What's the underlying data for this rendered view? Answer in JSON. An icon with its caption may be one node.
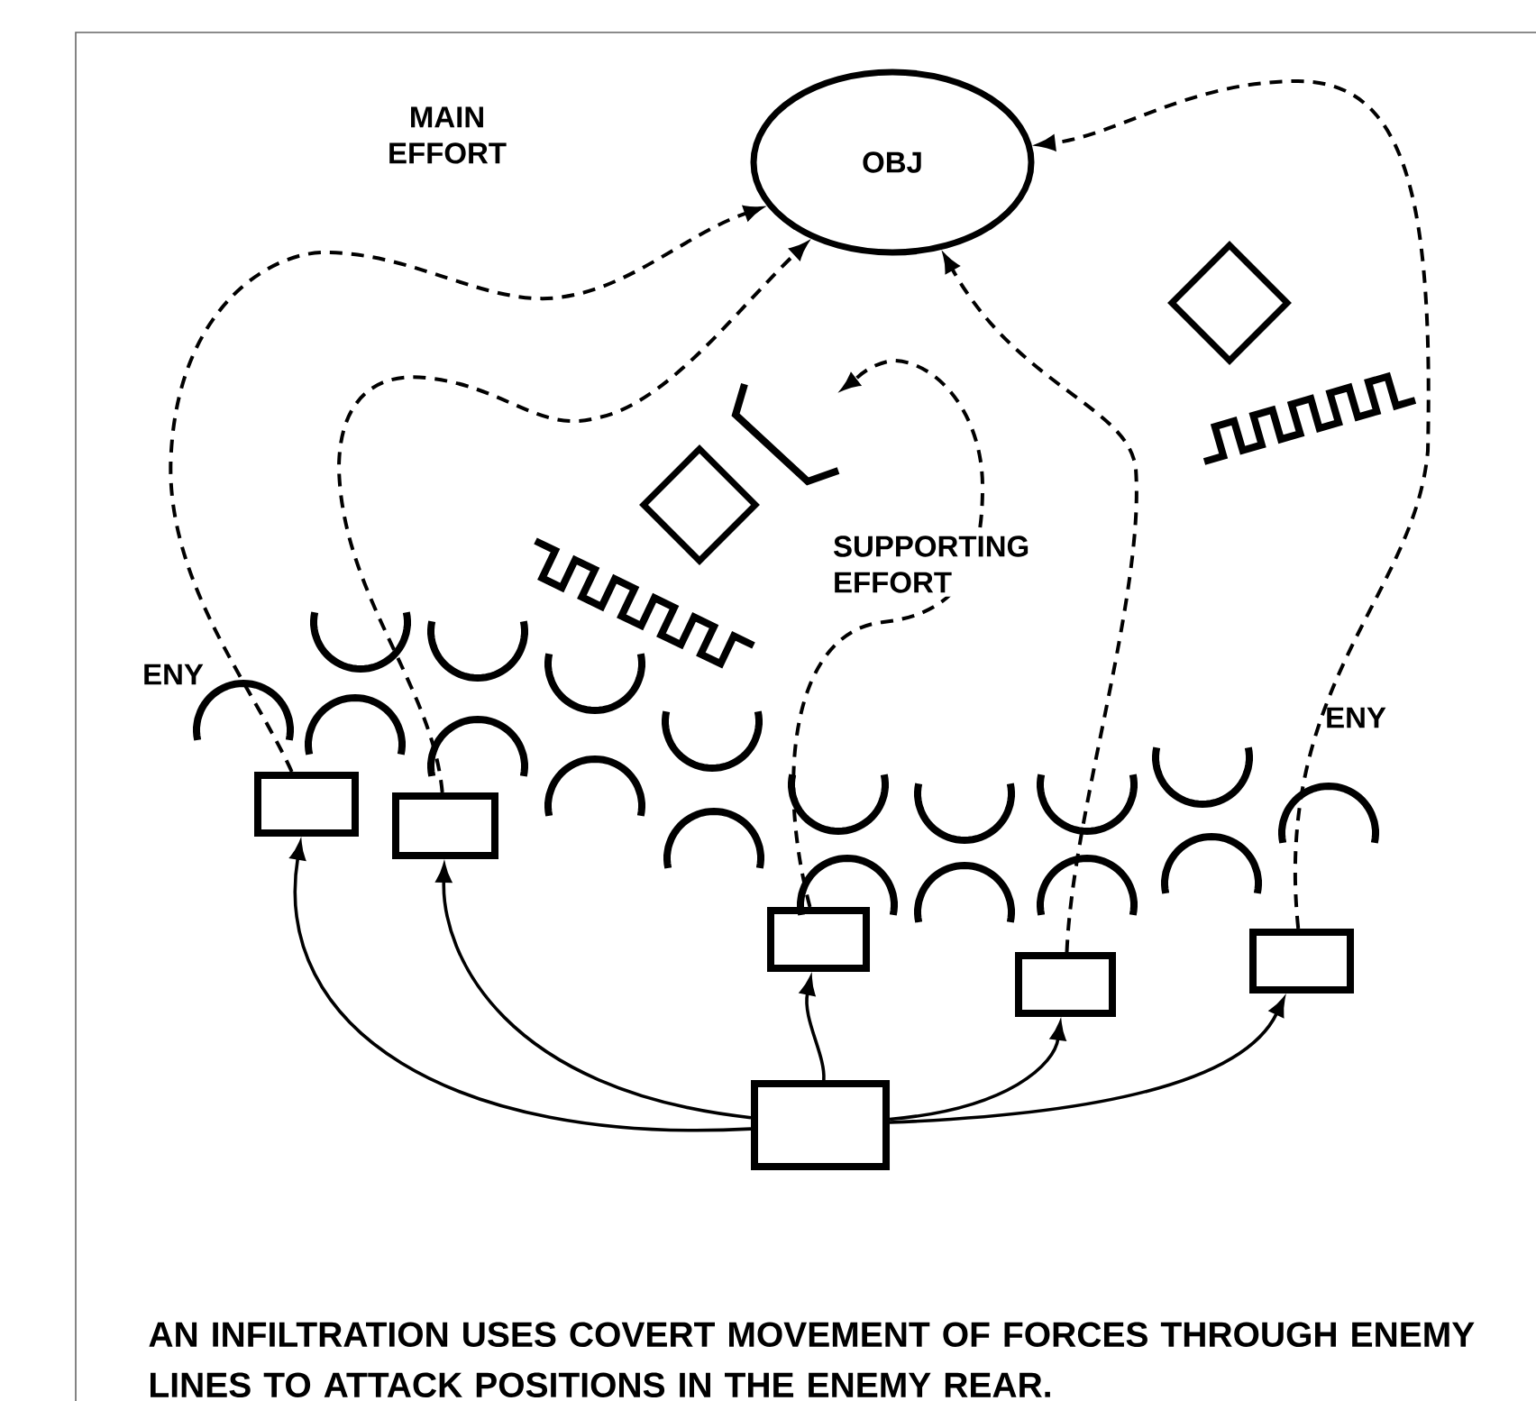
{
  "diagram": {
    "caption": "AN INFILTRATION USES COVERT MOVEMENT OF FORCES THROUGH ENEMY LINES TO ATTACK POSITIONS IN THE ENEMY REAR.",
    "nodes": [
      {
        "text": [
          "OBJ"
        ]
      },
      {
        "text": [],
        "shape": "box"
      },
      {
        "text": [],
        "shape": "box"
      },
      {
        "text": [],
        "shape": "box"
      },
      {
        "text": [],
        "shape": "box"
      },
      {
        "text": [],
        "shape": "box"
      },
      {
        "text": [],
        "shape": "box"
      },
      {
        "text": [],
        "shape": "bracket"
      }
    ],
    "edges": [
      {
        "from": 1,
        "to": 0,
        "arrow": "to",
        "style": "dashed"
      },
      {
        "from": 2,
        "to": 0,
        "arrow": "to",
        "style": "dashed"
      },
      {
        "from": 3,
        "to": 7,
        "arrow": "to",
        "style": "dashed",
        "label": "SUPPORTING EFFORT"
      },
      {
        "from": 4,
        "to": 0,
        "arrow": "to",
        "style": "dashed"
      },
      {
        "from": 5,
        "to": 0,
        "arrow": "to",
        "style": "dashed"
      },
      {
        "from": 6,
        "to": 1,
        "arrow": "to"
      },
      {
        "from": 6,
        "to": 2,
        "arrow": "to"
      },
      {
        "from": 6,
        "to": 3,
        "arrow": "to"
      },
      {
        "from": 6,
        "to": 4,
        "arrow": "to"
      },
      {
        "from": 6,
        "to": 5,
        "arrow": "to"
      }
    ],
    "labels": [
      "MAIN EFFORT",
      "ENY",
      "ENY"
    ]
  }
}
